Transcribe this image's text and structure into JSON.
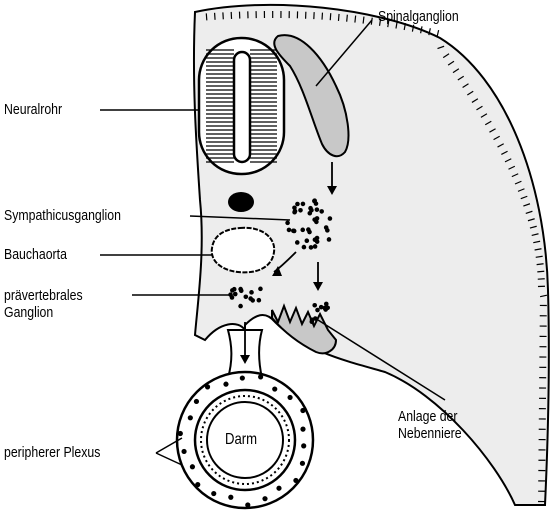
{
  "labels": {
    "spinalganglion": "Spinalganglion",
    "neuralrohr": "Neuralrohr",
    "sympathicusganglion": "Sympathicusganglion",
    "bauchaorta": "Bauchaorta",
    "praevertebrales_line1": "prävertebrales",
    "praevertebrales_line2": "Ganglion",
    "anlage_line1": "Anlage der",
    "anlage_line2": "Nebenniere",
    "plexus": "peripherer Plexus",
    "darm": "Darm"
  },
  "colors": {
    "tissue_fill": "#ededed",
    "ganglion_fill": "#c8c8c8",
    "stroke": "#000000",
    "background": "#ffffff"
  }
}
